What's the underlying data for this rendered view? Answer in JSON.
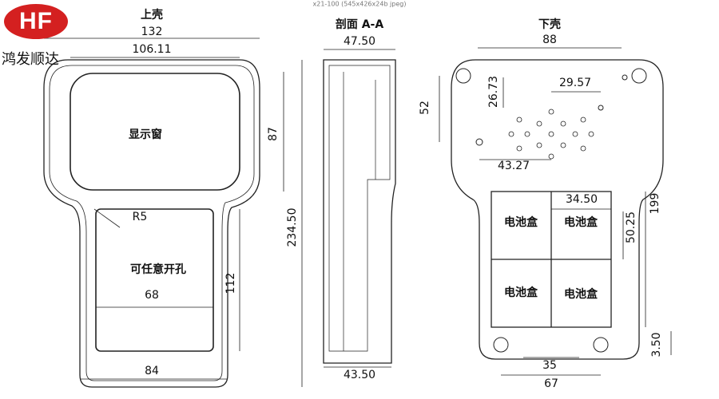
{
  "caption": "x21-100 (545x426x24b jpeg)",
  "logo": {
    "text": "HF",
    "color": "#d42020"
  },
  "brand": "鸿发顺达",
  "top_shell": {
    "title": "上壳",
    "dims": {
      "w132": "132",
      "w106": "106.11",
      "h87": "87",
      "h234": "234.50",
      "h112": "112",
      "w68": "68",
      "w84": "84",
      "r5": "R5"
    },
    "display": "显示窗",
    "opening": "可任意开孔"
  },
  "section": {
    "title": "剖面 A-A",
    "w_top": "47.50",
    "w_bottom": "43.50"
  },
  "bottom_shell": {
    "title": "下壳",
    "dims": {
      "w88": "88",
      "d2957": "29.57",
      "d2673": "26.73",
      "d52": "52",
      "d4327": "43.27",
      "d3450": "34.50",
      "d199": "199",
      "d5025": "50.25",
      "d35": "35",
      "d67": "67",
      "d350": "3.50"
    },
    "battery": [
      "电池盒",
      "电池盒",
      "电池盒",
      "电池盒"
    ]
  }
}
